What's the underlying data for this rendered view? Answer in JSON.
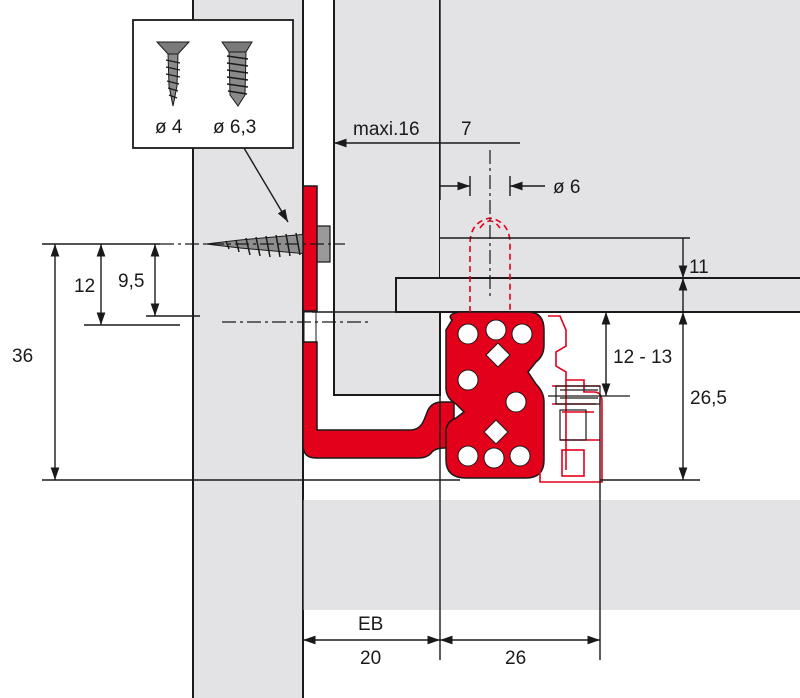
{
  "screws": {
    "small_label": "ø 4",
    "large_label": "ø 6,3"
  },
  "dimensions": {
    "maxi": "maxi.16",
    "top_gap": "7",
    "hole_diameter": "ø 6",
    "bottom_thickness": "11",
    "height_total": "36",
    "height_12": "12",
    "height_9_5": "9,5",
    "height_12_13": "12 - 13",
    "height_26_5": "26,5",
    "eb_label": "EB",
    "eb_value": "20",
    "slide_width": "26"
  },
  "colors": {
    "rail": "#e2001a",
    "panel": "#e3e3e6",
    "line": "#1a1a1a"
  },
  "icons": [
    "countersunk-screw-icon",
    "chipboard-screw-icon",
    "mounting-screw-icon"
  ]
}
